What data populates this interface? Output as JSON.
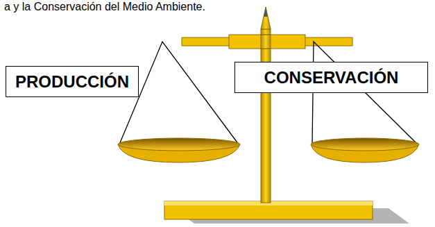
{
  "diagram": {
    "nodes": [
      {
        "text": [
          "PRODUCCIÓN"
        ]
      },
      {
        "text": [
          "CONSERVACIÓN"
        ]
      }
    ],
    "labels": [
      "a y la Conservación del Medio Ambiente."
    ]
  }
}
